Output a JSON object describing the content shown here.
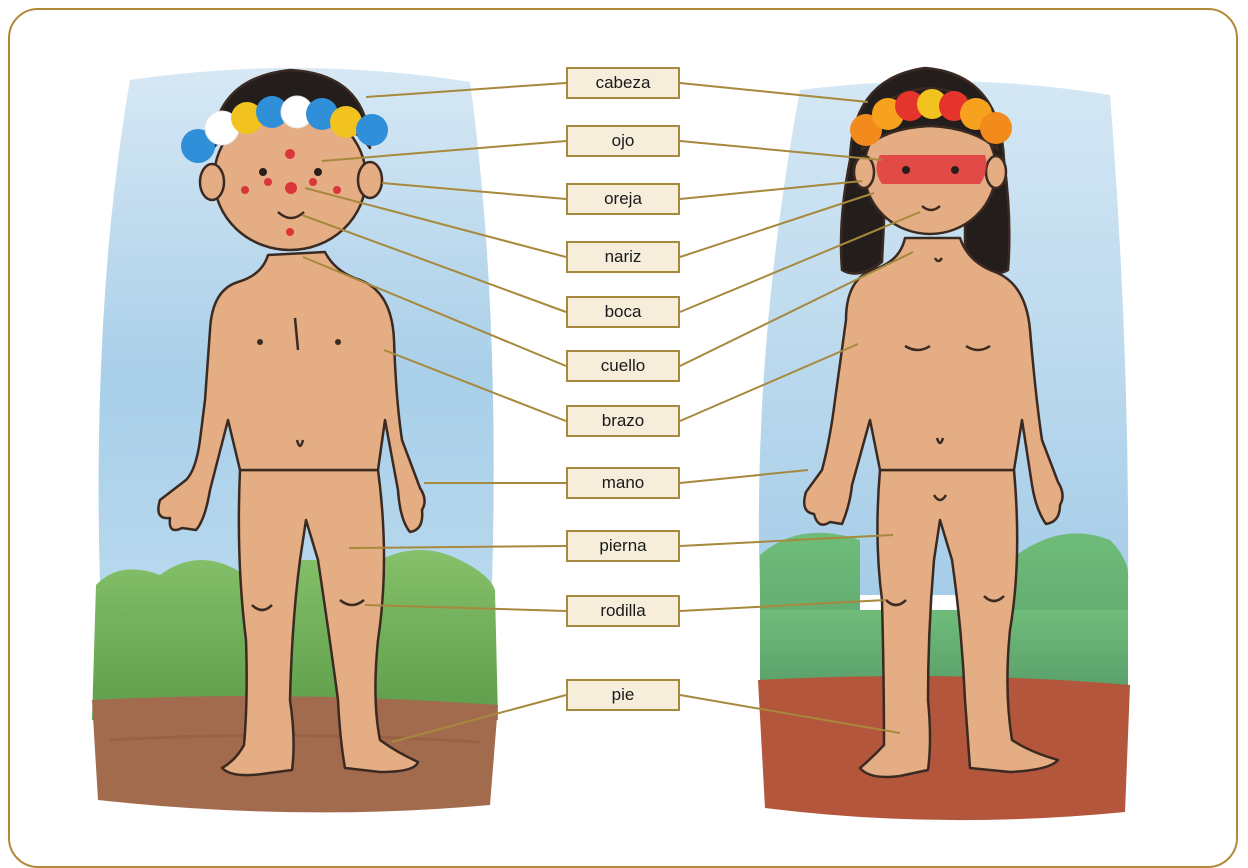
{
  "labels": [
    {
      "id": "cabeza",
      "text": "cabeza"
    },
    {
      "id": "ojo",
      "text": "ojo"
    },
    {
      "id": "oreja",
      "text": "oreja"
    },
    {
      "id": "nariz",
      "text": "nariz"
    },
    {
      "id": "boca",
      "text": "boca"
    },
    {
      "id": "cuello",
      "text": "cuello"
    },
    {
      "id": "brazo",
      "text": "brazo"
    },
    {
      "id": "mano",
      "text": "mano"
    },
    {
      "id": "pierna",
      "text": "pierna"
    },
    {
      "id": "rodilla",
      "text": "rodilla"
    },
    {
      "id": "pie",
      "text": "pie"
    }
  ],
  "colors": {
    "frame": "#b08a3a",
    "label_fill": "#f6eedb",
    "label_border": "#a6893c",
    "leader_line": "#a6893c",
    "skin": "#e4ad83",
    "outline": "#3a2a22",
    "hair": "#231d1c",
    "sky": "#bfd9ee",
    "grass": "#7dba5e",
    "soil_boy": "#a36b4e",
    "soil_girl": "#b4563c"
  }
}
